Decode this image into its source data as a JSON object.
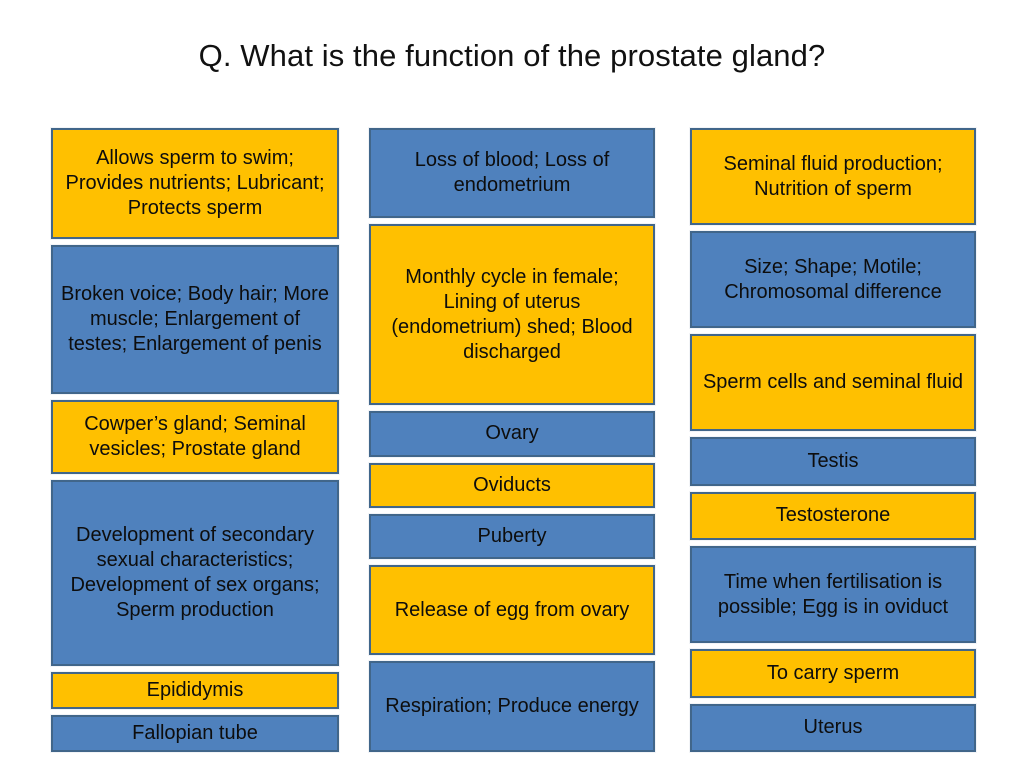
{
  "slide": {
    "title": "Q. What is the function of the prostate gland?",
    "colors": {
      "yellow": "#ffc000",
      "blue": "#4f81bd",
      "border": "#41668a",
      "background": "#ffffff",
      "text": "#0d0d0d"
    }
  },
  "columns": [
    {
      "id": "column-1",
      "cards": [
        {
          "text": "Allows sperm to swim; Provides nutrients; Lubricant; Protects sperm",
          "color": "yellow",
          "lines": 3
        },
        {
          "text": "Broken voice; Body hair; More muscle; Enlargement of testes; Enlargement of penis",
          "color": "blue",
          "lines": 4
        },
        {
          "text": "Cowper’s gland; Seminal vesicles; Prostate gland",
          "color": "yellow",
          "lines": 2
        },
        {
          "text": "Development of secondary sexual characteristics; Development of sex organs; Sperm production",
          "color": "blue",
          "lines": 5
        },
        {
          "text": "Epididymis",
          "color": "yellow",
          "lines": 1
        },
        {
          "text": "Fallopian tube",
          "color": "blue",
          "lines": 1
        }
      ]
    },
    {
      "id": "column-2",
      "cards": [
        {
          "text": "Loss of blood; Loss of endometrium",
          "color": "blue",
          "lines": 2
        },
        {
          "text": "Monthly cycle in female; Lining of uterus (endometrium) shed; Blood discharged",
          "color": "yellow",
          "lines": 4
        },
        {
          "text": "Ovary",
          "color": "blue",
          "lines": 1
        },
        {
          "text": "Oviducts",
          "color": "yellow",
          "lines": 1
        },
        {
          "text": "Puberty",
          "color": "blue",
          "lines": 1
        },
        {
          "text": "Release of egg from ovary",
          "color": "yellow",
          "lines": 2
        },
        {
          "text": "Respiration; Produce energy",
          "color": "blue",
          "lines": 2
        }
      ]
    },
    {
      "id": "column-3",
      "cards": [
        {
          "text": "Seminal fluid production; Nutrition of sperm",
          "color": "yellow",
          "lines": 2
        },
        {
          "text": "Size; Shape; Motile; Chromosomal difference",
          "color": "blue",
          "lines": 2
        },
        {
          "text": "Sperm cells and seminal fluid",
          "color": "yellow",
          "lines": 2
        },
        {
          "text": "Testis",
          "color": "blue",
          "lines": 1
        },
        {
          "text": "Testosterone",
          "color": "yellow",
          "lines": 1
        },
        {
          "text": "Time when fertilisation is possible; Egg is in oviduct",
          "color": "blue",
          "lines": 2
        },
        {
          "text": "To carry sperm",
          "color": "yellow",
          "lines": 1
        },
        {
          "text": "Uterus",
          "color": "blue",
          "lines": 1
        }
      ]
    }
  ]
}
